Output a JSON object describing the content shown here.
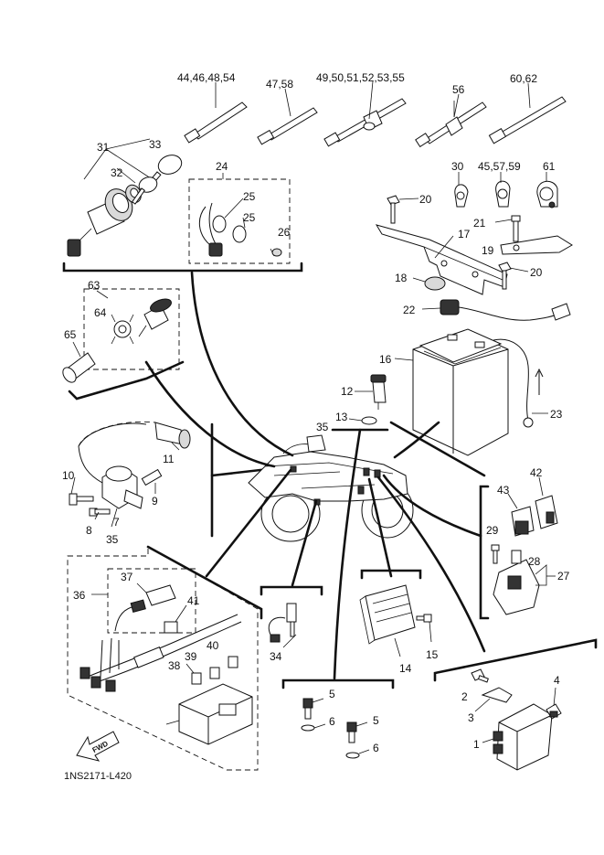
{
  "diagram": {
    "drawing_code": "1NS2171-L420",
    "fwd_label": "FWD",
    "callouts": {
      "c44": "44,46,48,54",
      "c47": "47,58",
      "c49": "49,50,51,52,53,55",
      "c56": "56",
      "c60": "60,62",
      "c31": "31",
      "c33": "33",
      "c32": "32",
      "c24": "24",
      "c25a": "25",
      "c25b": "25",
      "c26": "26",
      "c30": "30",
      "c45": "45,57,59",
      "c61": "61",
      "c20a": "20",
      "c21": "21",
      "c17": "17",
      "c19": "19",
      "c20b": "20",
      "c18": "18",
      "c22": "22",
      "c63": "63",
      "c64": "64",
      "c65": "65",
      "c16": "16",
      "c12": "12",
      "c13": "13",
      "c23": "23",
      "c35a": "35",
      "c11": "11",
      "c10": "10",
      "c9": "9",
      "c7": "7",
      "c8": "8",
      "c42": "42",
      "c43": "43",
      "c29": "29",
      "c28": "28",
      "c27": "27",
      "c35b": "35",
      "c37": "37",
      "c36": "36",
      "c41": "41",
      "c40": "40",
      "c39": "39",
      "c38": "38",
      "c34": "34",
      "c14": "14",
      "c15": "15",
      "c4": "4",
      "c2": "2",
      "c3": "3",
      "c1": "1",
      "c5a": "5",
      "c6a": "6",
      "c5b": "5",
      "c6b": "6"
    }
  }
}
